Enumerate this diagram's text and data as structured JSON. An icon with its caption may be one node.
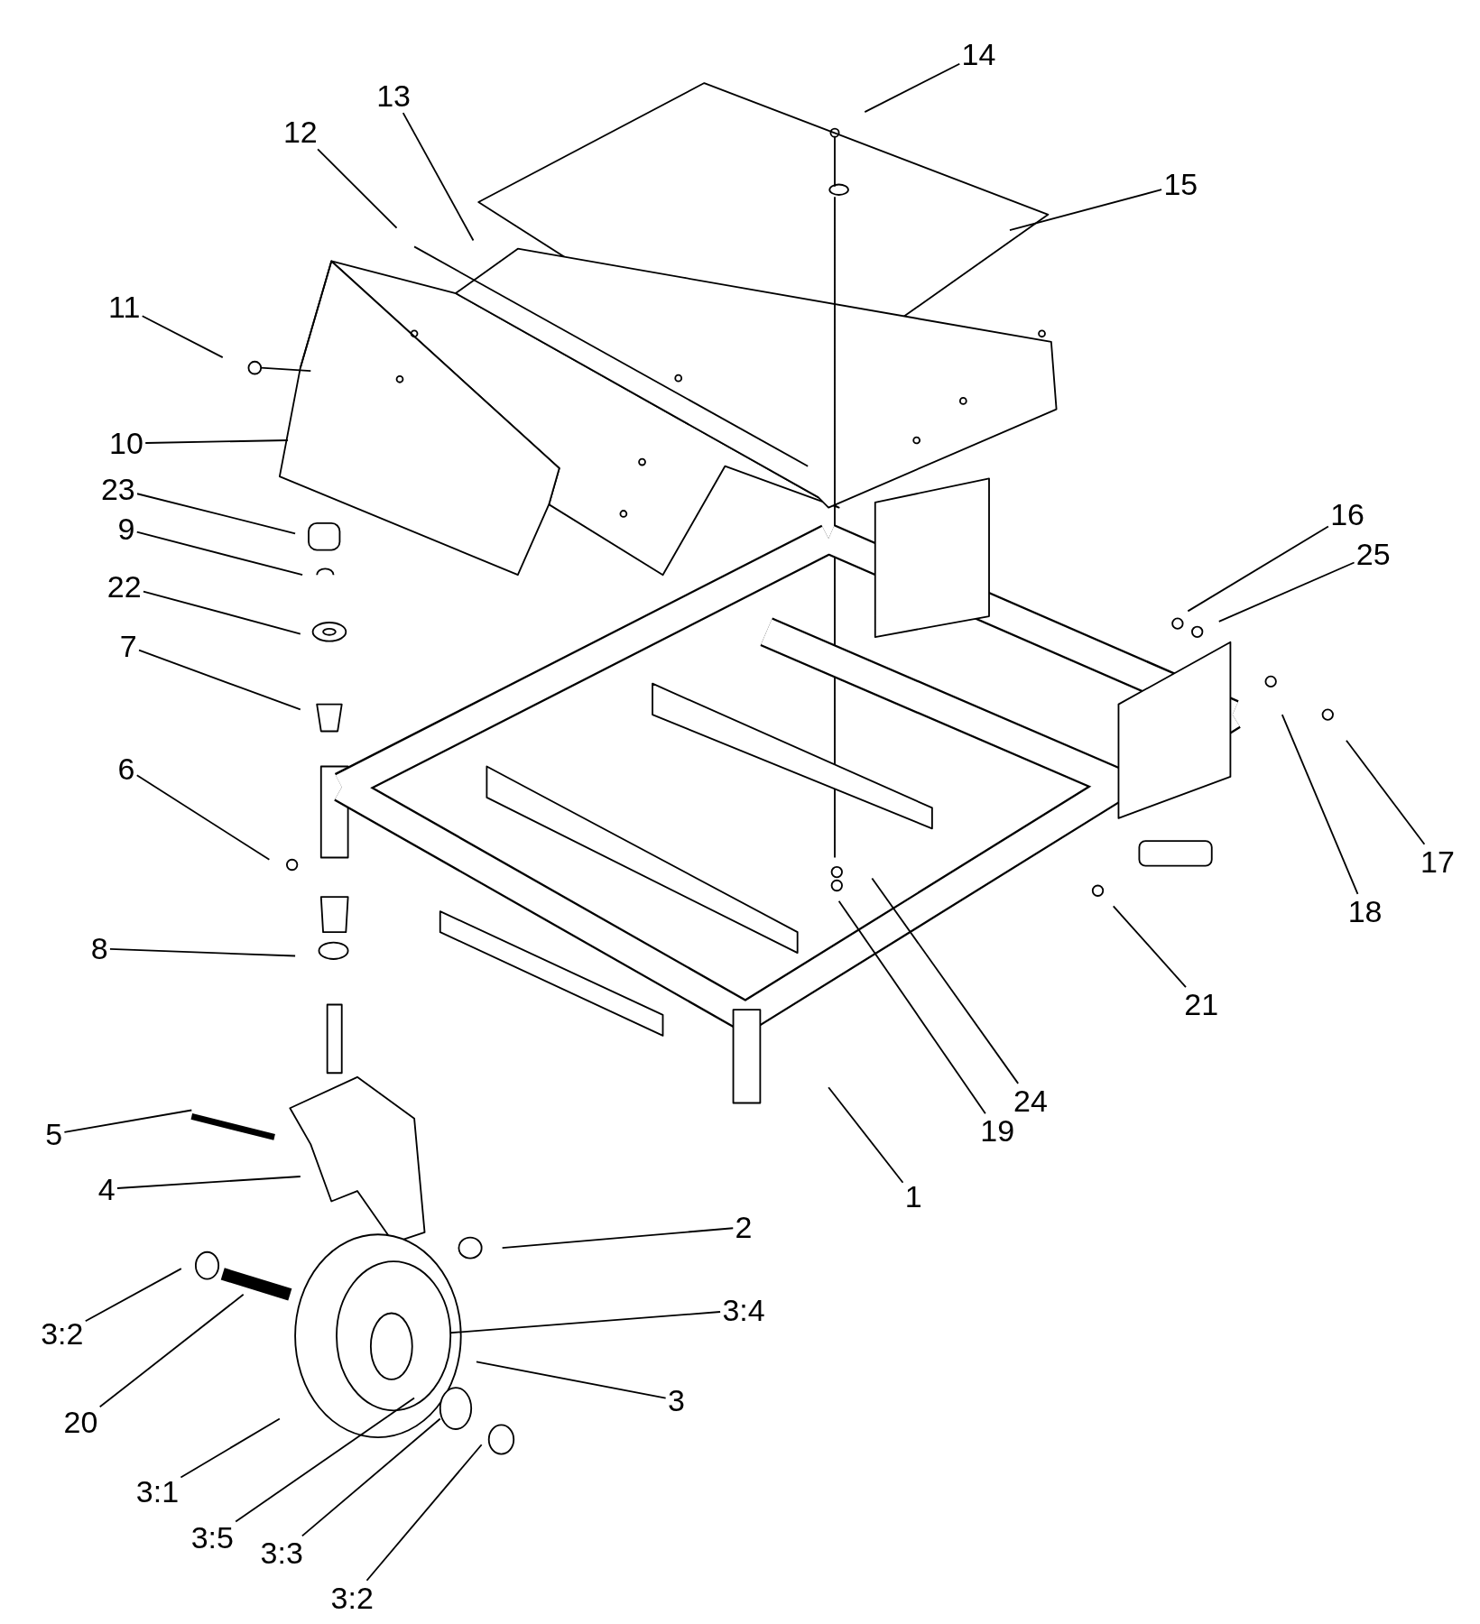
{
  "diagram": {
    "nodes": [
      {
        "text": [
          "14"
        ]
      },
      {
        "text": [
          "13"
        ]
      },
      {
        "text": [
          "12"
        ]
      },
      {
        "text": [
          "15"
        ]
      },
      {
        "text": [
          "11"
        ]
      },
      {
        "text": [
          "10"
        ]
      },
      {
        "text": [
          "23"
        ]
      },
      {
        "text": [
          "16"
        ]
      },
      {
        "text": [
          "9"
        ]
      },
      {
        "text": [
          "25"
        ]
      },
      {
        "text": [
          "22"
        ]
      },
      {
        "text": [
          "7"
        ]
      },
      {
        "text": [
          "6"
        ]
      },
      {
        "text": [
          "17"
        ]
      },
      {
        "text": [
          "18"
        ]
      },
      {
        "text": [
          "8"
        ]
      },
      {
        "text": [
          "21"
        ]
      },
      {
        "text": [
          "24"
        ]
      },
      {
        "text": [
          "19"
        ]
      },
      {
        "text": [
          "5"
        ]
      },
      {
        "text": [
          "4"
        ]
      },
      {
        "text": [
          "1"
        ]
      },
      {
        "text": [
          "2"
        ]
      },
      {
        "text": [
          "3:4"
        ]
      },
      {
        "text": [
          "3:2"
        ]
      },
      {
        "text": [
          "3"
        ]
      },
      {
        "text": [
          "20"
        ]
      },
      {
        "text": [
          "3:1"
        ]
      },
      {
        "text": [
          "3:5"
        ]
      },
      {
        "text": [
          "3:3"
        ]
      },
      {
        "text": [
          "3:2"
        ]
      }
    ],
    "edges": [
      {
        "from": 0,
        "to": null,
        "arrow": "none"
      },
      {
        "from": 1,
        "to": null,
        "arrow": "none"
      },
      {
        "from": 2,
        "to": null,
        "arrow": "none"
      },
      {
        "from": 3,
        "to": null,
        "arrow": "none"
      },
      {
        "from": 4,
        "to": null,
        "arrow": "none"
      },
      {
        "from": 5,
        "to": null,
        "arrow": "none"
      },
      {
        "from": 6,
        "to": null,
        "arrow": "none"
      },
      {
        "from": 7,
        "to": null,
        "arrow": "none"
      },
      {
        "from": 8,
        "to": null,
        "arrow": "none"
      },
      {
        "from": 9,
        "to": null,
        "arrow": "none"
      },
      {
        "from": 10,
        "to": null,
        "arrow": "none"
      },
      {
        "from": 11,
        "to": null,
        "arrow": "none"
      },
      {
        "from": 12,
        "to": null,
        "arrow": "none"
      },
      {
        "from": 13,
        "to": null,
        "arrow": "none"
      },
      {
        "from": 14,
        "to": null,
        "arrow": "none"
      },
      {
        "from": 15,
        "to": null,
        "arrow": "none"
      },
      {
        "from": 16,
        "to": null,
        "arrow": "none"
      },
      {
        "from": 17,
        "to": null,
        "arrow": "none"
      },
      {
        "from": 18,
        "to": null,
        "arrow": "none"
      },
      {
        "from": 19,
        "to": null,
        "arrow": "none"
      },
      {
        "from": 20,
        "to": null,
        "arrow": "none"
      },
      {
        "from": 21,
        "to": null,
        "arrow": "none"
      },
      {
        "from": 22,
        "to": null,
        "arrow": "none"
      },
      {
        "from": 23,
        "to": null,
        "arrow": "none"
      },
      {
        "from": 24,
        "to": null,
        "arrow": "none"
      },
      {
        "from": 25,
        "to": null,
        "arrow": "none"
      },
      {
        "from": 26,
        "to": null,
        "arrow": "none"
      },
      {
        "from": 27,
        "to": null,
        "arrow": "none"
      },
      {
        "from": 28,
        "to": null,
        "arrow": "none"
      },
      {
        "from": 29,
        "to": null,
        "arrow": "none"
      },
      {
        "from": 30,
        "to": null,
        "arrow": "none"
      }
    ]
  }
}
